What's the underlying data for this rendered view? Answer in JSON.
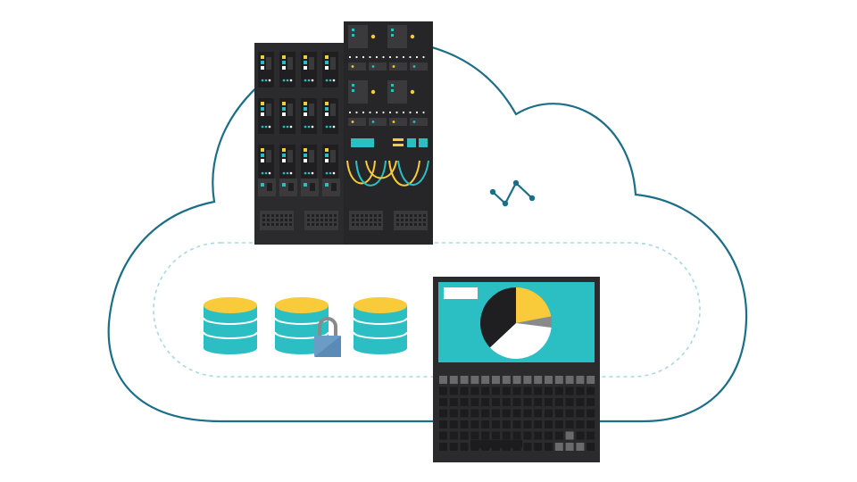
{
  "colors": {
    "cloud_stroke": "#1b6e87",
    "dashed_ring": "#a9d8e4",
    "teal": "#2bbfc4",
    "yellow": "#f9cb3a",
    "dark": "#2b2b2d",
    "rack_dark": "#1f1f21",
    "gray": "#8a8a8a",
    "lock_blue": "#6b9cc6"
  },
  "icons": {
    "cloud": "cloud-outline-icon",
    "server_rack": "server-rack-icon",
    "databases": "database-icon",
    "lock": "padlock-icon",
    "laptop": "laptop-icon",
    "pie_chart": "pie-chart-icon",
    "line_graph": "line-graph-icon"
  },
  "pie_chart": {
    "slices": [
      {
        "color": "#f9cb3a",
        "fraction": 0.22
      },
      {
        "color": "#8a8a8a",
        "fraction": 0.05
      },
      {
        "color": "#ffffff",
        "fraction": 0.36
      },
      {
        "color": "#1f1f21",
        "fraction": 0.37
      }
    ]
  }
}
